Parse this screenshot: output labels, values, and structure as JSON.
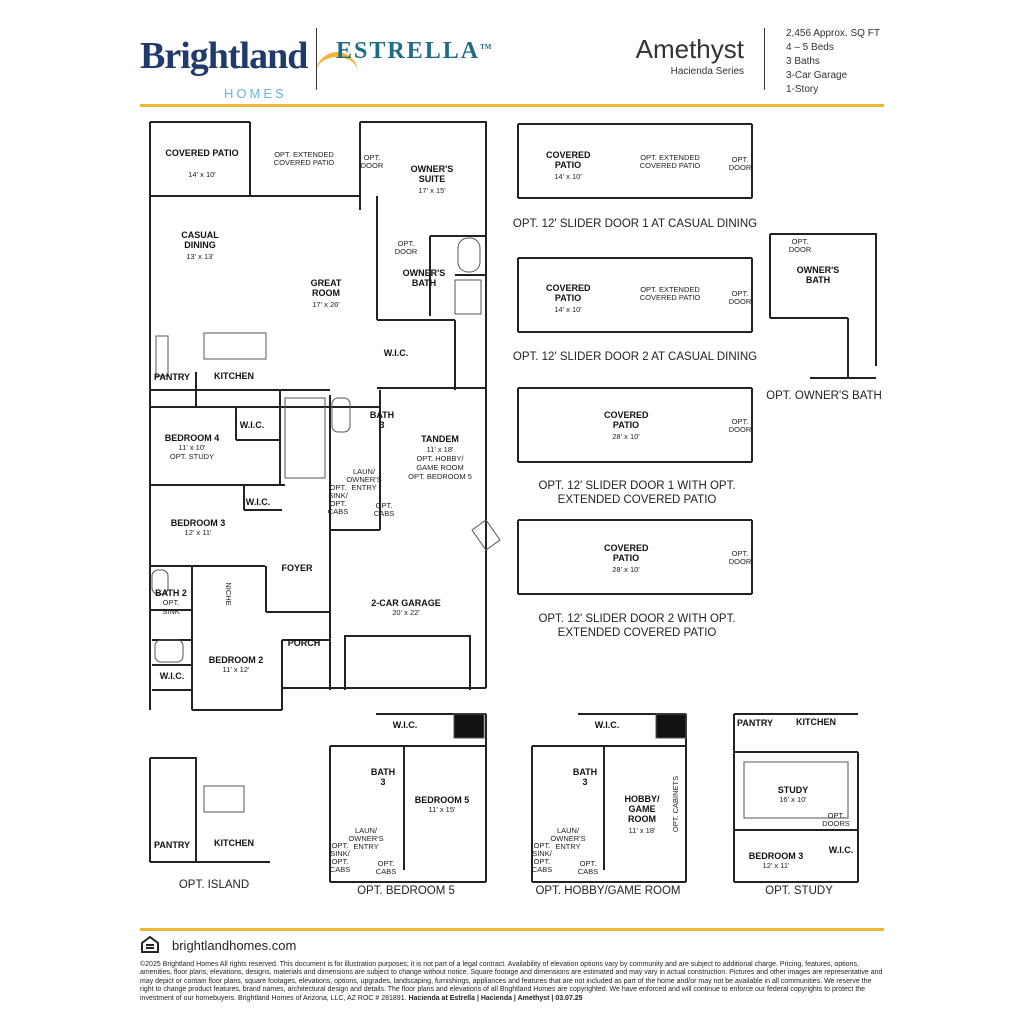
{
  "header": {
    "brand_name": "Brightland",
    "brand_sub": "HOMES",
    "community": "ESTRELLA",
    "community_tm": "TM",
    "plan_name": "Amethyst",
    "plan_series": "Hacienda Series",
    "specs": [
      "2,456 Approx. SQ FT",
      "4 – 5 Beds",
      "3 Baths",
      "3-Car Garage",
      "1-Story"
    ]
  },
  "main_plan": {
    "covered_patio": "COVERED PATIO",
    "covered_patio_dim": "14' x 10'",
    "opt_extended_covered_patio": "OPT. EXTENDED COVERED PATIO",
    "opt_door": "OPT. DOOR",
    "owners_suite": "OWNER'S SUITE",
    "owners_suite_dim": "17' x 15'",
    "casual_dining": "CASUAL DINING",
    "casual_dining_dim": "13' x 13'",
    "great_room": "GREAT ROOM",
    "great_room_dim": "17' x 26'",
    "owners_bath": "OWNER'S BATH",
    "wic": "W.I.C.",
    "pantry": "PANTRY",
    "kitchen": "KITCHEN",
    "bedroom4": "BEDROOM 4",
    "bedroom4_dim": "11' x 10'",
    "bedroom4_opt": "OPT. STUDY",
    "bath3": "BATH 3",
    "tandem": "TANDEM",
    "tandem_dim": "11' x 18'",
    "tandem_opt1": "OPT. HOBBY/",
    "tandem_opt2": "GAME ROOM",
    "tandem_opt3": "OPT. BEDROOM 5",
    "laun": "LAUN/ OWNER'S ENTRY",
    "opt_sink_cabs": "OPT. SINK/ OPT. CABS",
    "opt_cabs": "OPT. CABS",
    "bedroom3": "BEDROOM 3",
    "bedroom3_dim": "12' x 11'",
    "foyer": "FOYER",
    "bath2": "BATH 2",
    "bath2_opt": "OPT. SINK",
    "niche": "NICHE",
    "garage": "2-CAR GARAGE",
    "garage_dim": "20' x 22'",
    "bedroom2": "BEDROOM 2",
    "bedroom2_dim": "11' x 12'",
    "porch": "PORCH"
  },
  "options": {
    "slider1_caption": "OPT. 12' SLIDER DOOR 1 AT CASUAL DINING",
    "slider2_caption": "OPT. 12' SLIDER DOOR 2 AT CASUAL DINING",
    "slider1_ext_caption": "OPT. 12' SLIDER DOOR 1 WITH OPT. EXTENDED COVERED PATIO",
    "slider2_ext_caption": "OPT. 12' SLIDER DOOR 2 WITH OPT. EXTENDED COVERED PATIO",
    "covered_patio_ext_dim": "28' x 10'",
    "owners_bath_caption": "OPT. OWNER'S BATH",
    "island_caption": "OPT. ISLAND",
    "bedroom5_caption": "OPT. BEDROOM 5",
    "bedroom5": "BEDROOM 5",
    "bedroom5_dim": "11' x 15'",
    "hobby_caption": "OPT. HOBBY/GAME ROOM",
    "hobby_room": "HOBBY/ GAME ROOM",
    "hobby_dim": "11' x 18'",
    "opt_cabinets": "OPT. CABINETS",
    "study_caption": "OPT. STUDY",
    "study": "STUDY",
    "study_dim": "16' x 10'",
    "opt_doors": "OPT. DOORS"
  },
  "footer": {
    "url": "brightlandhomes.com",
    "legal": "©2025 Brightland Homes All rights reserved. This document is for illustration purposes; it is not part of a legal contract. Availability of elevation options vary by community and are subject to additional charge. Pricing, features, options, amenities, floor plans, elevations, designs, materials and dimensions are subject to change without notice. Square footage and dimensions are estimated and may vary in actual construction. Pictures and other images are representative and may depict or contain floor plans, square footages, elevations, options, upgrades, landscaping, furnishings, appliances and features that are not included as part of the home and/or may not be available in all communities. We reserve the right to change product features, brand names, architectural design and details. The floor plans and elevations of all Brightland Homes are copyrighted. We have enforced and will continue to enforce our federal copyrights to protect the investment of our homebuyers. Brightland Homes of Arizona, LLC, AZ ROC # 281891.",
    "legal_bold": "Hacienda at Estrella | Hacienda | Amethyst | 03.07.25"
  },
  "colors": {
    "accent": "#f2b53a",
    "brand": "#1f3a6b",
    "brand_light": "#6ab6d6",
    "community": "#1c6c86"
  }
}
